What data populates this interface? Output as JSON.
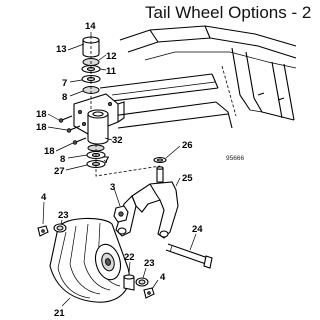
{
  "title": "Tail Wheel Options - 2",
  "part_code": "95666",
  "callouts": [
    {
      "key": "c14",
      "text": "14"
    },
    {
      "key": "c13",
      "text": "13"
    },
    {
      "key": "c12",
      "text": "12"
    },
    {
      "key": "c11",
      "text": "11"
    },
    {
      "key": "c7a",
      "text": "7"
    },
    {
      "key": "c8a",
      "text": "8"
    },
    {
      "key": "c18a",
      "text": "18"
    },
    {
      "key": "c18b",
      "text": "18"
    },
    {
      "key": "c32",
      "text": "32"
    },
    {
      "key": "c18c",
      "text": "18"
    },
    {
      "key": "c8b",
      "text": "8"
    },
    {
      "key": "c7b",
      "text": "7"
    },
    {
      "key": "c27",
      "text": "27"
    },
    {
      "key": "c26",
      "text": "26"
    },
    {
      "key": "c25",
      "text": "25"
    },
    {
      "key": "c3",
      "text": "3"
    },
    {
      "key": "c4a",
      "text": "4"
    },
    {
      "key": "c23a",
      "text": "23"
    },
    {
      "key": "c24",
      "text": "24"
    },
    {
      "key": "c22",
      "text": "22"
    },
    {
      "key": "c23b",
      "text": "23"
    },
    {
      "key": "c4b",
      "text": "4"
    },
    {
      "key": "c21",
      "text": "21"
    }
  ]
}
